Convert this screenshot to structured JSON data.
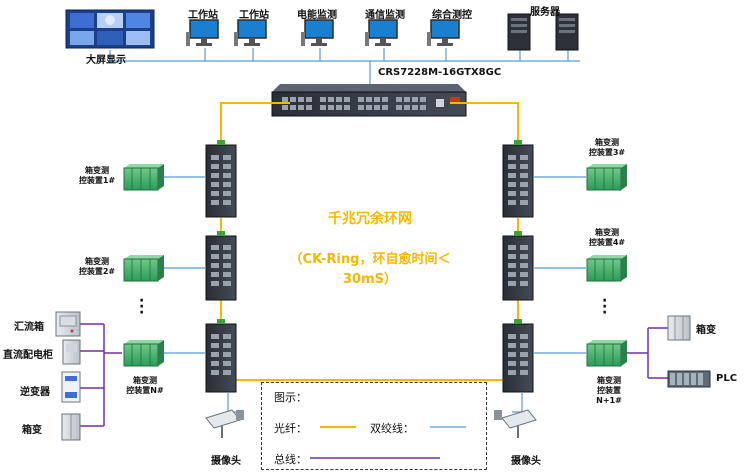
{
  "top_devices": {
    "big_screen": "大屏显示",
    "workstation_1": "工作站",
    "workstation_2": "工作站",
    "energy_monitor": "电能监测",
    "comm_monitor": "通信监测",
    "integrated_control": "综合测控",
    "server": "服务器"
  },
  "core_switch": {
    "model": "CRS7228M-16GTX8GC"
  },
  "ring": {
    "title": "千兆冗余环网",
    "subtitle_line1": "（CK-Ring，环自愈时间＜",
    "subtitle_line2": "30mS）"
  },
  "stations_left": [
    {
      "line1": "箱变测",
      "line2": "控装置1#"
    },
    {
      "line1": "箱变测",
      "line2": "控装置2#"
    },
    {
      "line1": "箱变测",
      "line2": "控装置N#"
    }
  ],
  "stations_right": [
    {
      "line1": "箱变测",
      "line2": "控装置3#"
    },
    {
      "line1": "箱变测",
      "line2": "控装置4#"
    },
    {
      "line1": "箱变测",
      "line2": "控装置",
      "line3": "N+1#"
    }
  ],
  "field_left": {
    "combiner_box": "汇流箱",
    "dc_cabinet": "直流配电柜",
    "inverter": "逆变器",
    "box_transformer": "箱变"
  },
  "field_right": {
    "box_transformer": "箱变",
    "plc": "PLC"
  },
  "cameras": {
    "left": "摄像头",
    "right": "摄像头"
  },
  "legend": {
    "title": "图示：",
    "fiber": "光纤：",
    "twisted_pair": "双绞线：",
    "bus": "总线："
  },
  "colors": {
    "fiber": "#f5b800",
    "twisted_pair": "#5b9bd5",
    "bus": "#7030a0"
  }
}
